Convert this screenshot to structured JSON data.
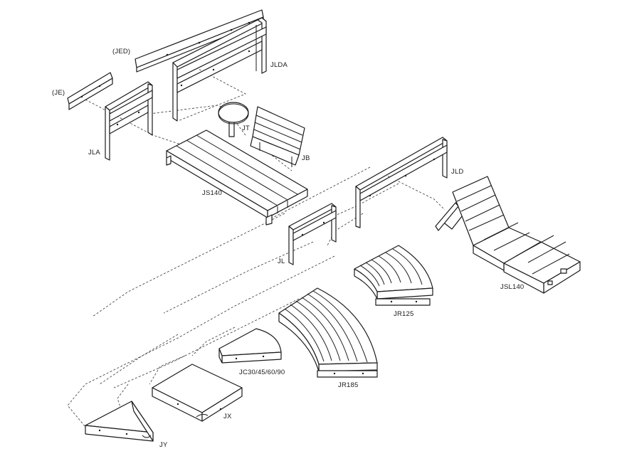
{
  "labels": {
    "jed": "(JED)",
    "je": "(JE)",
    "jlda": "JLDA",
    "jla": "JLA",
    "jt": "JT",
    "jb": "JB",
    "js140": "JS140",
    "jld": "JLD",
    "jl": "JL",
    "jsl140": "JSL140",
    "jr125": "JR125",
    "jr185": "JR185",
    "jc": "JC30/45/60/90",
    "jx": "JX",
    "jy": "JY"
  }
}
